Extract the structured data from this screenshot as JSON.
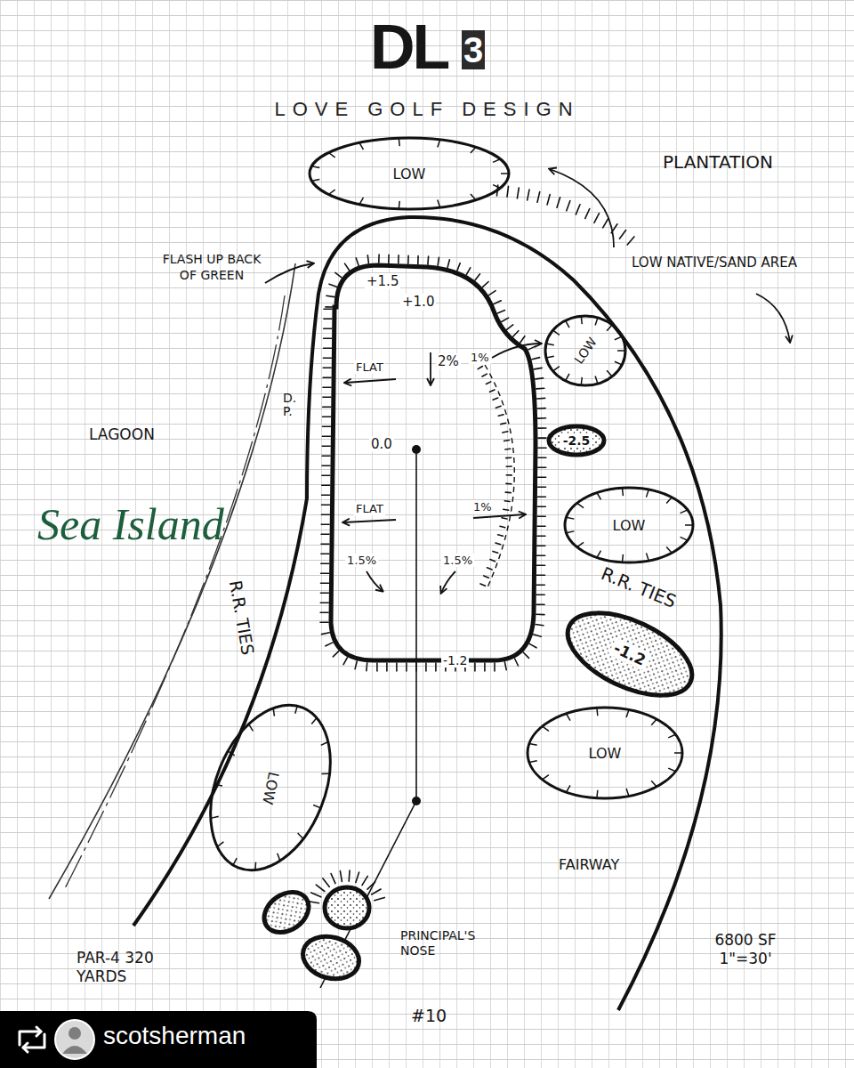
{
  "diagram": {
    "title": "LOVE GOLF DESIGN",
    "nodes": [
      {
        "text": [
          "LOW"
        ]
      },
      {
        "text": [
          "LOW"
        ]
      },
      {
        "text": [
          "-2.5"
        ]
      },
      {
        "text": [
          "LOW"
        ]
      },
      {
        "text": [
          "-1.2"
        ]
      },
      {
        "text": [
          "LOW"
        ]
      },
      {
        "text": [
          "LOW"
        ]
      }
    ],
    "labels": [
      "DL",
      "3",
      "PLANTATION",
      "FLASH UP BACK OF GREEN",
      "LOW NATIVE/SAND AREA",
      "+1.5",
      "+1.0",
      "FLAT",
      "2%",
      "1%",
      "D.P.",
      "LAGOON",
      "0.0",
      "Sea Island",
      "FLAT",
      "1%",
      "1.5%",
      "1.5%",
      "R.R. TIES",
      "R.R. TIES",
      "-1.2",
      "FAIRWAY",
      "PRINCIPAL'S NOSE",
      "PAR-4 320 YARDS",
      "6800 SF 1\"=30'",
      "#10",
      "scotsherman"
    ]
  }
}
